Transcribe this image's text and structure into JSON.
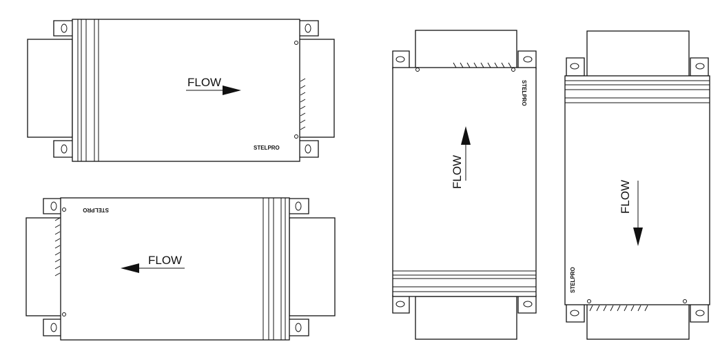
{
  "views": [
    {
      "id": "flow-right",
      "flow_label": "FLOW",
      "brand": "STELPRO",
      "direction": "right"
    },
    {
      "id": "flow-left",
      "flow_label": "FLOW",
      "brand": "STELPRO",
      "direction": "left"
    },
    {
      "id": "flow-up",
      "flow_label": "FLOW",
      "brand": "STELPRO",
      "direction": "up"
    },
    {
      "id": "flow-down",
      "flow_label": "FLOW",
      "brand": "STELPRO",
      "direction": "down"
    }
  ],
  "colors": {
    "line": "#111111",
    "fill": "#ffffff"
  }
}
